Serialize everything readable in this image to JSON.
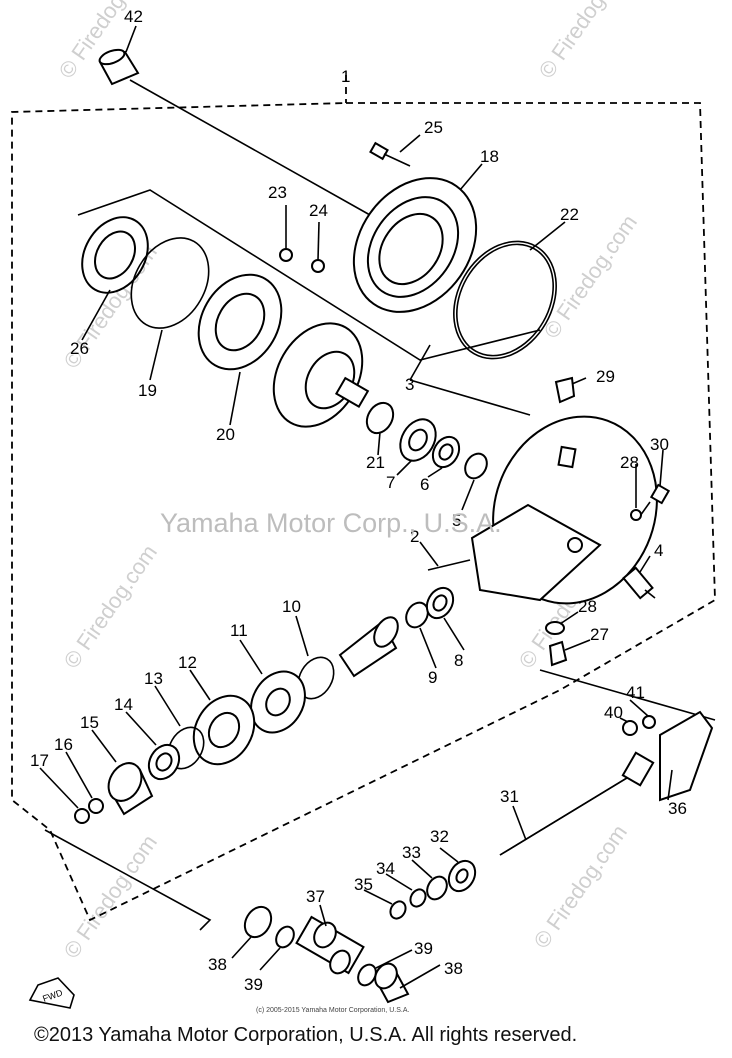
{
  "watermark_center": "Yamaha Motor Corp., U.S.A.",
  "watermark_side": "© Firedog.com",
  "small_copyright": "(c) 2005-2015 Yamaha Motor Corporation, U.S.A.",
  "footer_copyright": "©2013 Yamaha Motor Corporation, U.S.A. All rights reserved.",
  "fwd_label": "FWD",
  "callouts": [
    {
      "id": "42",
      "text": "42"
    },
    {
      "id": "1",
      "text": "1"
    },
    {
      "id": "25",
      "text": "25"
    },
    {
      "id": "18",
      "text": "18"
    },
    {
      "id": "23",
      "text": "23"
    },
    {
      "id": "24",
      "text": "24"
    },
    {
      "id": "22",
      "text": "22"
    },
    {
      "id": "26",
      "text": "26"
    },
    {
      "id": "19",
      "text": "19"
    },
    {
      "id": "20",
      "text": "20"
    },
    {
      "id": "3",
      "text": "3"
    },
    {
      "id": "29",
      "text": "29"
    },
    {
      "id": "21",
      "text": "21"
    },
    {
      "id": "7",
      "text": "7"
    },
    {
      "id": "6",
      "text": "6"
    },
    {
      "id": "5",
      "text": "5"
    },
    {
      "id": "30",
      "text": "30"
    },
    {
      "id": "28a",
      "text": "28"
    },
    {
      "id": "2",
      "text": "2"
    },
    {
      "id": "4",
      "text": "4"
    },
    {
      "id": "10",
      "text": "10"
    },
    {
      "id": "11",
      "text": "11"
    },
    {
      "id": "28b",
      "text": "28"
    },
    {
      "id": "27",
      "text": "27"
    },
    {
      "id": "9",
      "text": "9"
    },
    {
      "id": "8",
      "text": "8"
    },
    {
      "id": "12",
      "text": "12"
    },
    {
      "id": "13",
      "text": "13"
    },
    {
      "id": "14",
      "text": "14"
    },
    {
      "id": "15",
      "text": "15"
    },
    {
      "id": "16",
      "text": "16"
    },
    {
      "id": "17",
      "text": "17"
    },
    {
      "id": "41",
      "text": "41"
    },
    {
      "id": "40",
      "text": "40"
    },
    {
      "id": "36",
      "text": "36"
    },
    {
      "id": "31",
      "text": "31"
    },
    {
      "id": "32",
      "text": "32"
    },
    {
      "id": "33",
      "text": "33"
    },
    {
      "id": "34",
      "text": "34"
    },
    {
      "id": "35",
      "text": "35"
    },
    {
      "id": "37",
      "text": "37"
    },
    {
      "id": "38a",
      "text": "38"
    },
    {
      "id": "39a",
      "text": "39"
    },
    {
      "id": "39b",
      "text": "39"
    },
    {
      "id": "38b",
      "text": "38"
    }
  ]
}
